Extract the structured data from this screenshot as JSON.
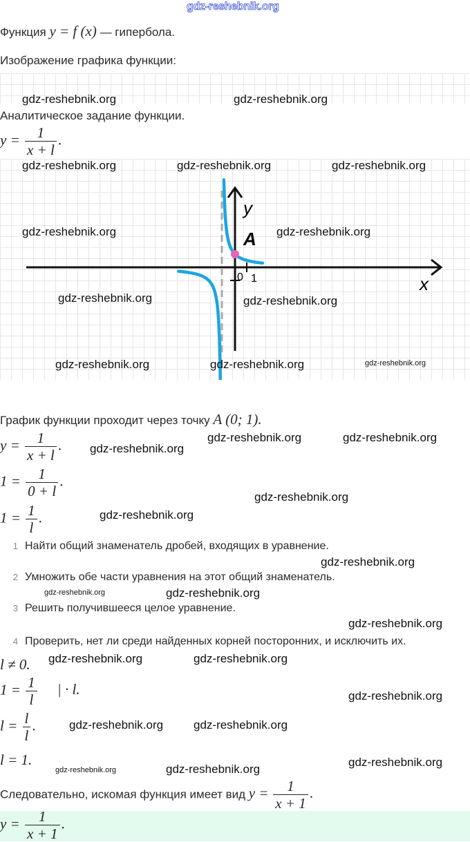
{
  "watermark": "gdz-reshebnik.org",
  "intro": {
    "prefix": "Функция",
    "math": "y = f (x)",
    "suffix": "— гипербола."
  },
  "graph_heading": "Изображение графика функции:",
  "analytic_heading": "Аналитическое задание функции.",
  "formula_general": {
    "lhs": "y =",
    "num": "1",
    "den": "x + l"
  },
  "graph": {
    "x_label": "x",
    "y_label": "y",
    "point_label": "A",
    "origin_label": "0",
    "unit_label": "1",
    "asymptote_x": -1,
    "point": [
      0,
      1
    ],
    "curve_color": "#1ba6e0",
    "point_color": "#e864b8"
  },
  "passes_text": {
    "prefix": "График функции проходит через точку",
    "math": "A (0; 1)."
  },
  "eq1": {
    "lhs": "y =",
    "num": "1",
    "den": "x + l"
  },
  "eq2": {
    "lhs": "1 =",
    "num": "1",
    "den": "0 + l"
  },
  "eq3": {
    "lhs": "1 =",
    "num": "1",
    "den": "l"
  },
  "steps": [
    {
      "n": "1",
      "text": "Найти общий знаменатель дробей, входящих в уравнение."
    },
    {
      "n": "2",
      "text": "Умножить обе части уравнения на этот общий знаменатель."
    },
    {
      "n": "3",
      "text": "Решить получившееся целое уравнение."
    },
    {
      "n": "4",
      "text": "Проверить, нет ли среди найденных корней посторонних, и исключить их."
    }
  ],
  "cond": "l ≠ 0.",
  "eq4": {
    "lhs": "1 =",
    "num": "1",
    "den": "l",
    "mult": "| · l."
  },
  "eq5": {
    "lhs": "l =",
    "num": "l",
    "den": "l"
  },
  "eq6": "l = 1.",
  "conclusion": {
    "text": "Следовательно, искомая функция имеет вид",
    "lhs": "y =",
    "num": "1",
    "den": "x + 1"
  },
  "answer": {
    "lhs": "y =",
    "num": "1",
    "den": "x + 1"
  }
}
